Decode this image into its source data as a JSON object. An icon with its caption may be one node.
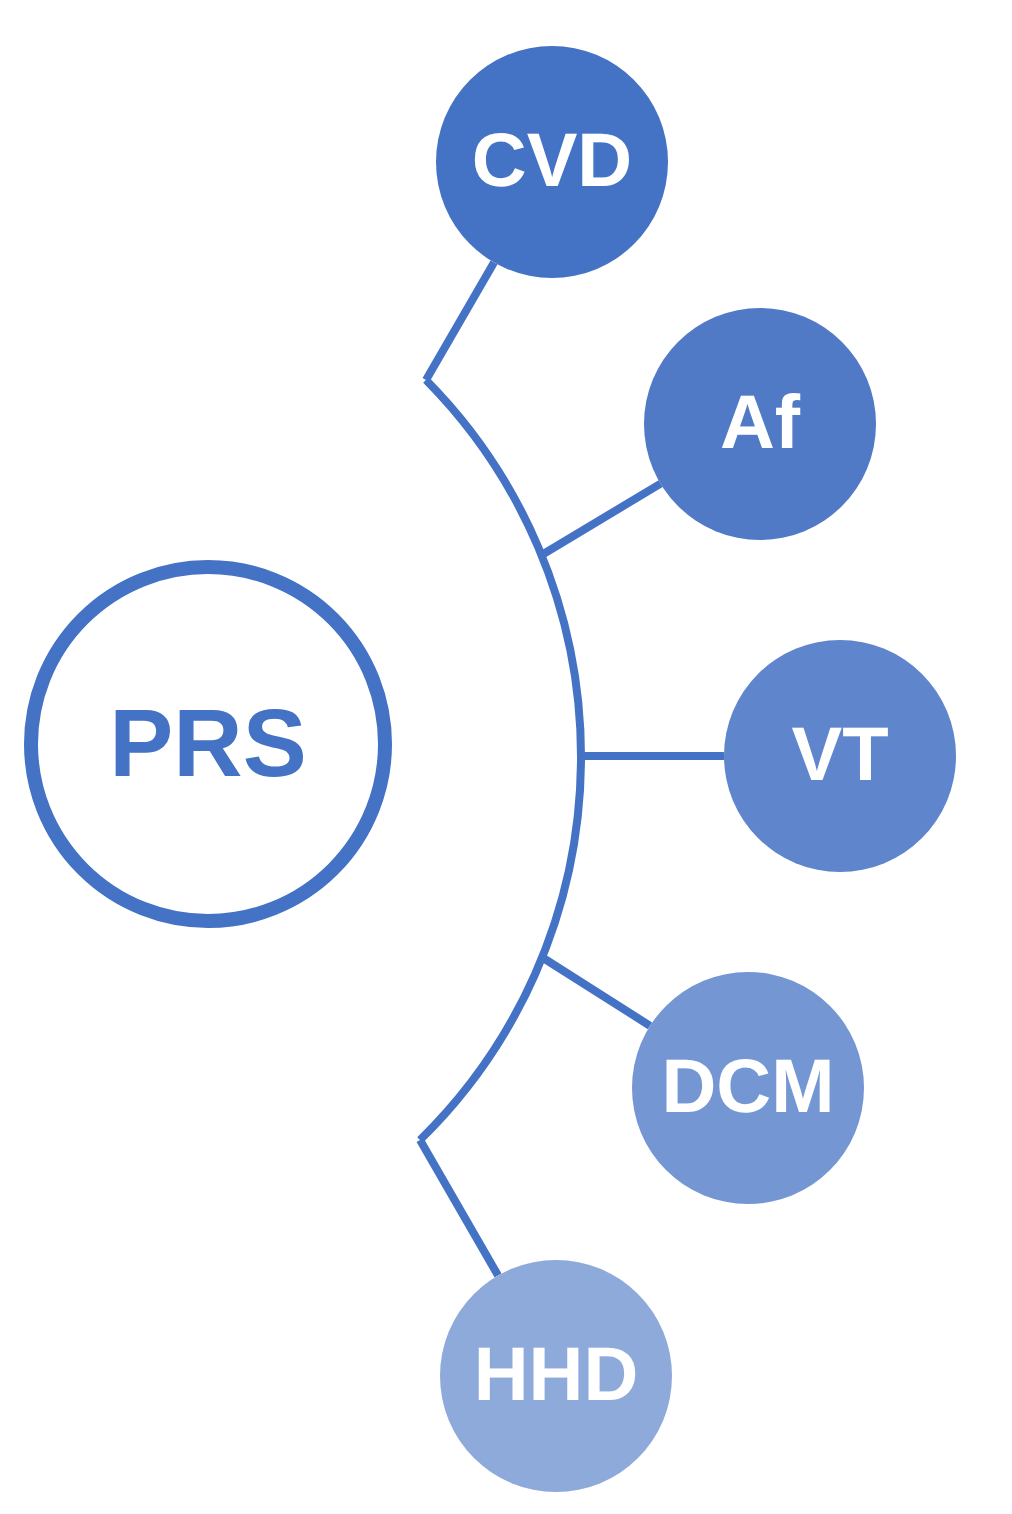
{
  "diagram": {
    "nodes": [
      {
        "text": [
          "PRS"
        ]
      },
      {
        "text": [],
        "shape": "bar"
      },
      {
        "text": [
          "CVD"
        ]
      },
      {
        "text": [
          "Af"
        ]
      },
      {
        "text": [
          "VT"
        ]
      },
      {
        "text": [
          "DCM"
        ]
      },
      {
        "text": [
          "HHD"
        ]
      }
    ],
    "edges": [
      {
        "from": 1,
        "to": 2,
        "arrow": "none"
      },
      {
        "from": 1,
        "to": 3,
        "arrow": "none"
      },
      {
        "from": 1,
        "to": 4,
        "arrow": "none"
      },
      {
        "from": 1,
        "to": 5,
        "arrow": "none"
      },
      {
        "from": 1,
        "to": 6,
        "arrow": "none"
      }
    ]
  }
}
